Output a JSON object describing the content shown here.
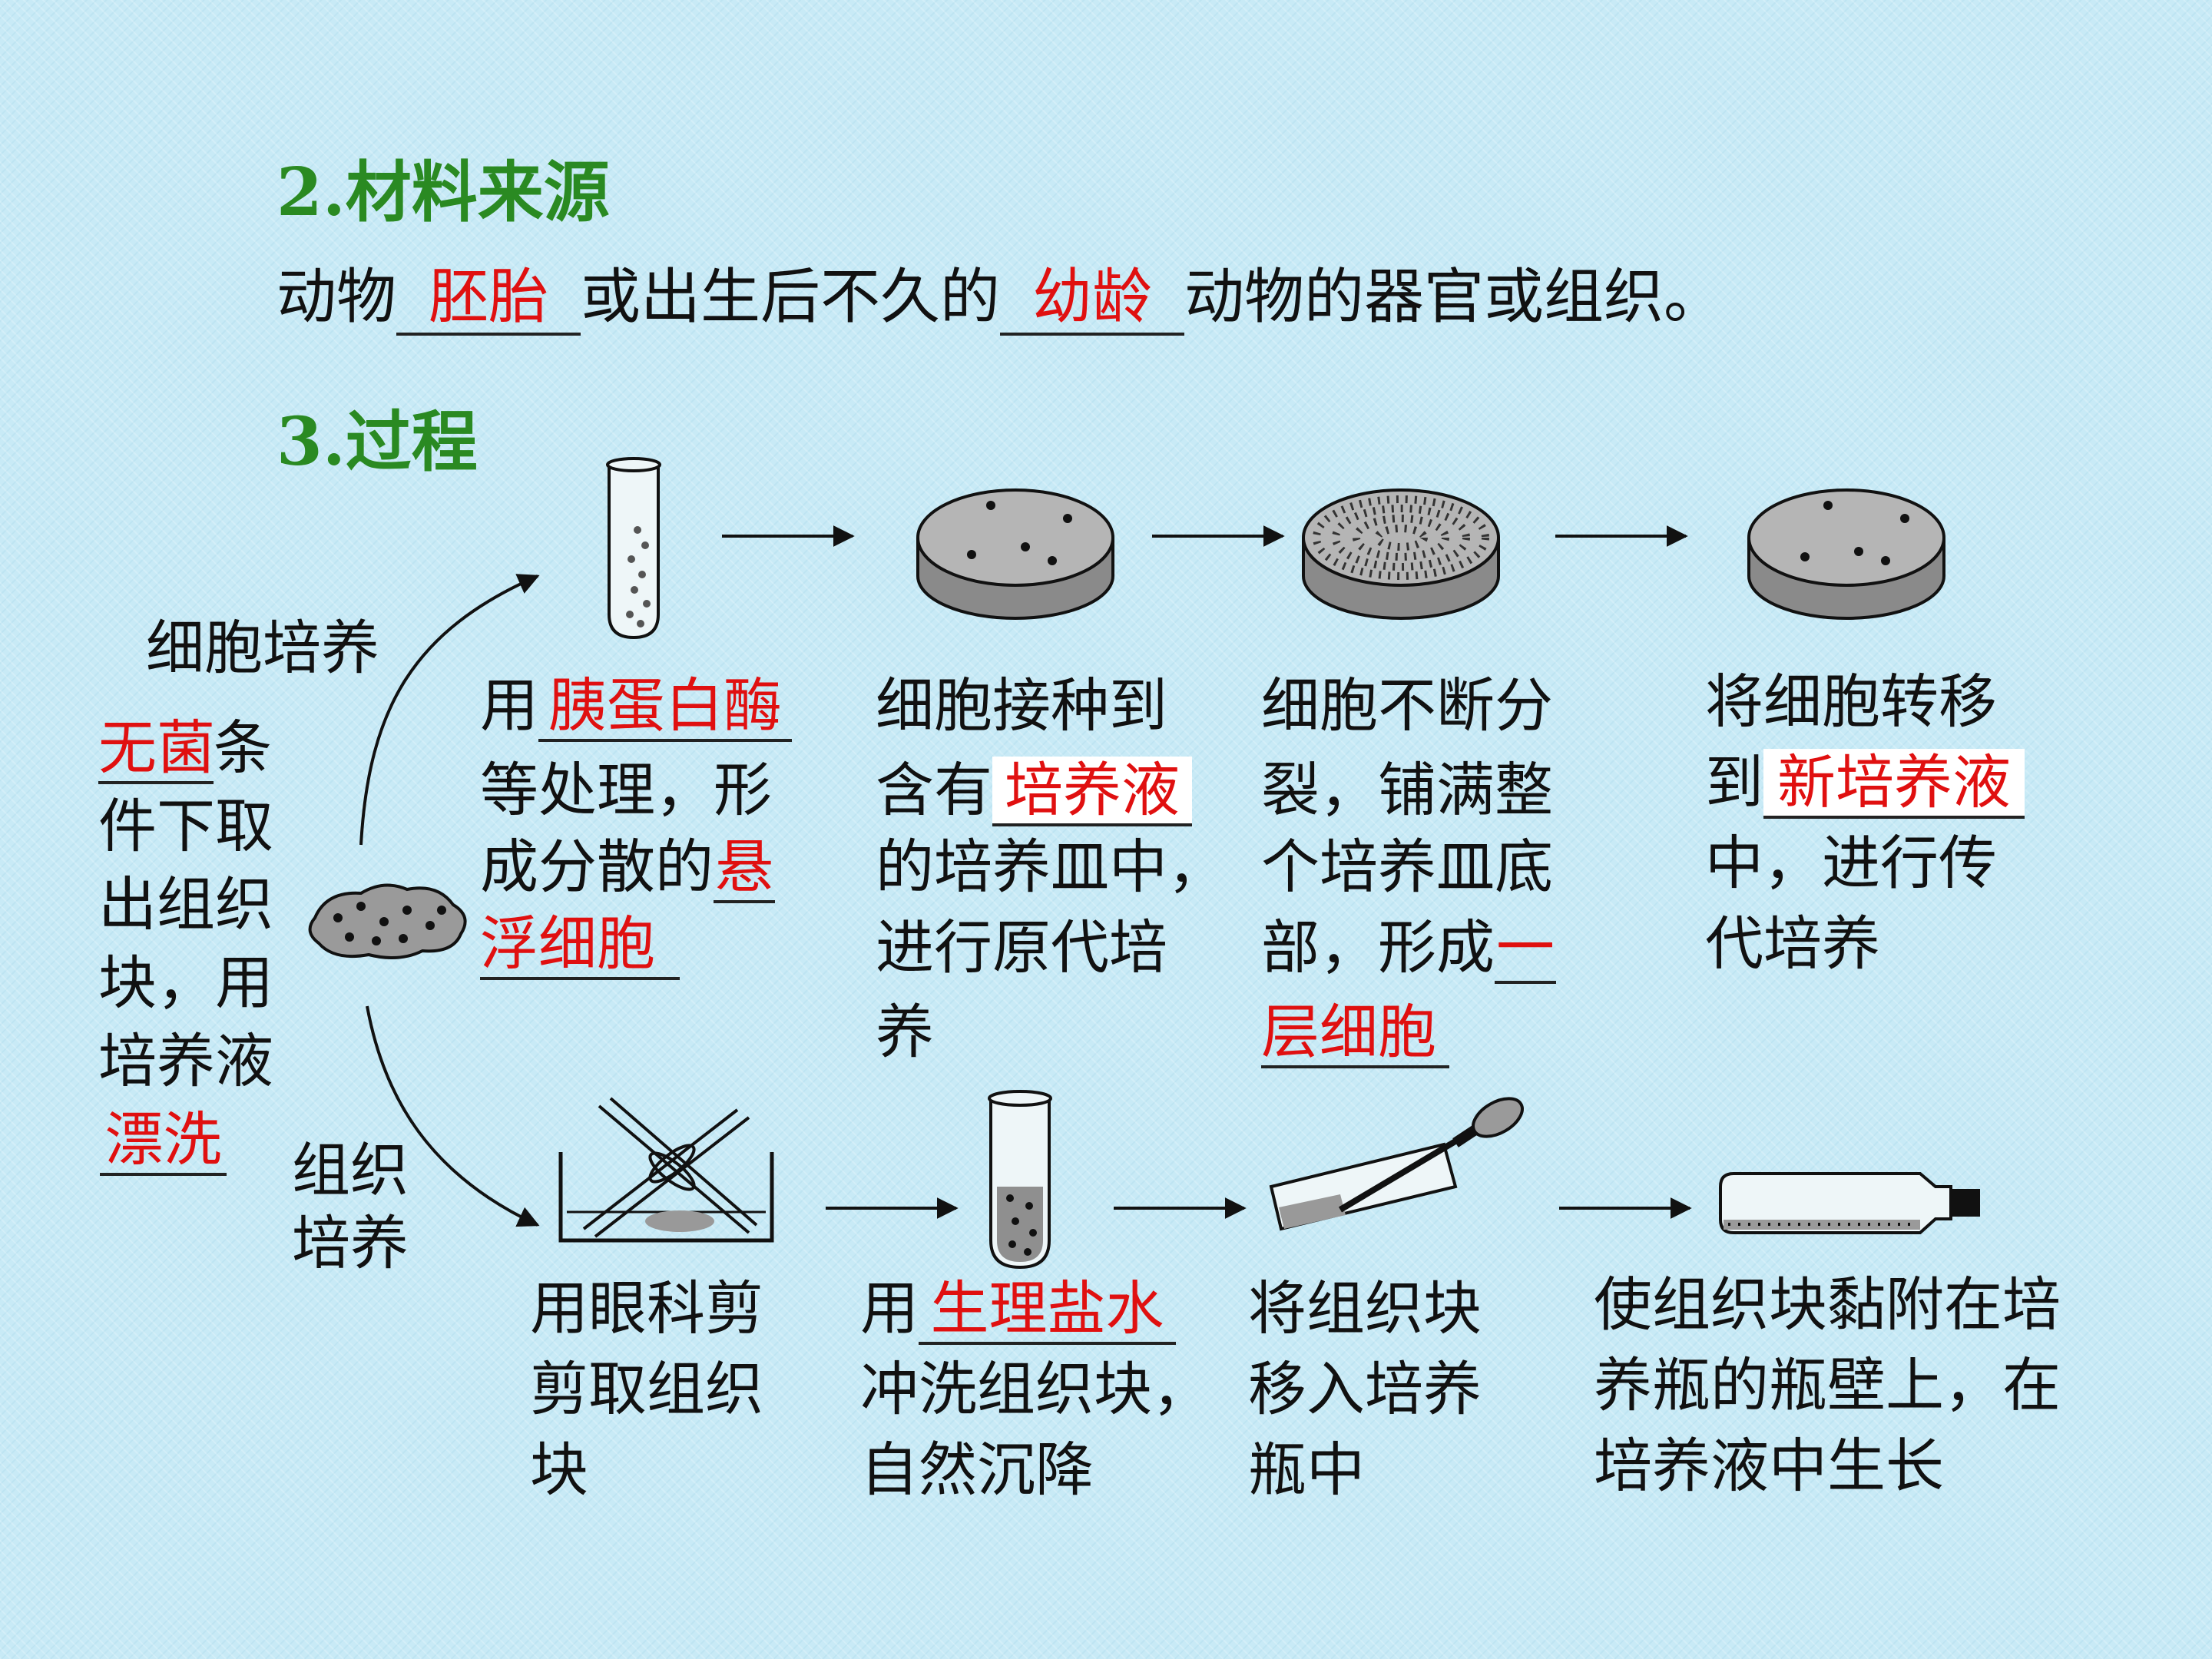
{
  "section2": {
    "heading": "2.材料来源",
    "before": "动物",
    "blank1": "胚胎",
    "middle": "或出生后不久的",
    "blank2": "幼龄",
    "after": "动物的器官或组织。"
  },
  "section3": {
    "heading": "3.过程"
  },
  "left": {
    "cell_culture_label": "细胞培养",
    "tissue_culture_label_1": "组织",
    "tissue_culture_label_2": "培养",
    "blank_sterile": "无菌",
    "t1": "条",
    "t2": "件下取",
    "t3": "出组织",
    "t4": "块，用",
    "t5": "培养液",
    "blank_rinse": "漂洗"
  },
  "top_steps": {
    "step1": {
      "a": "用",
      "blank": "胰蛋白酶",
      "b": "等处理，形",
      "c": "成分散的",
      "blank2a": "悬",
      "blank2b": "浮细胞"
    },
    "step2": {
      "a": "细胞接种到",
      "b": "含有",
      "blank": "培养液",
      "c": "的培养皿中，",
      "d": "进行原代培",
      "e": "养"
    },
    "step3": {
      "a": "细胞不断分",
      "b": "裂，铺满整",
      "c": "个培养皿底",
      "d": "部，形成",
      "blank_a": "一",
      "blank_b": "层细胞"
    },
    "step4": {
      "a": "将细胞转移",
      "b": "到",
      "blank": "新培养液",
      "c": "中，进行传",
      "d": "代培养"
    }
  },
  "bottom_steps": {
    "step1": {
      "a": "用眼科剪",
      "b": "剪取组织",
      "c": "块"
    },
    "step2": {
      "a": "用",
      "blank": "生理盐水",
      "b": "冲洗组织块，",
      "c": "自然沉降"
    },
    "step3": {
      "a": "将组织块",
      "b": "移入培养",
      "c": "瓶中"
    },
    "step4": {
      "a": "使组织块黏附在培",
      "b": "养瓶的瓶壁上，在",
      "c": "培养液中生长"
    }
  },
  "colors": {
    "heading": "#2a8a22",
    "answer": "#e01010",
    "text": "#111111",
    "background": "#c8eaf6"
  }
}
